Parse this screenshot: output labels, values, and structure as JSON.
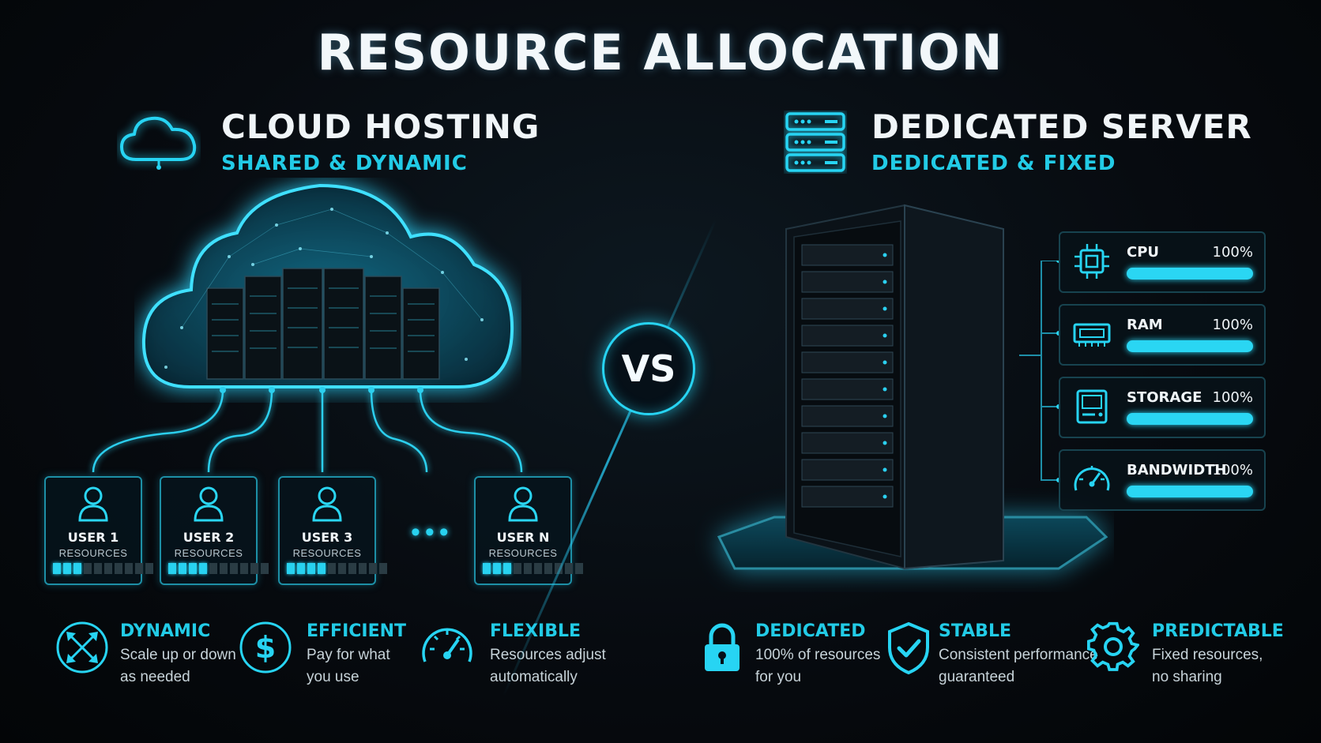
{
  "title": "RESOURCE ALLOCATION",
  "left": {
    "title": "CLOUD HOSTING",
    "subtitle": "SHARED & DYNAMIC",
    "users": [
      {
        "name": "USER 1",
        "label": "RESOURCES",
        "level": 0.3
      },
      {
        "name": "USER 2",
        "label": "RESOURCES",
        "level": 0.4
      },
      {
        "name": "USER 3",
        "label": "RESOURCES",
        "level": 0.4
      },
      {
        "name": "USER N",
        "label": "RESOURCES",
        "level": 0.3
      }
    ],
    "ellipsis": "•••",
    "features": [
      {
        "icon": "scale-arrows-icon",
        "title": "DYNAMIC",
        "line1": "Scale up or down",
        "line2": "as needed"
      },
      {
        "icon": "dollar-icon",
        "title": "EFFICIENT",
        "line1": "Pay for what",
        "line2": "you use"
      },
      {
        "icon": "gauge-icon",
        "title": "FLEXIBLE",
        "line1": "Resources adjust",
        "line2": "automatically"
      }
    ]
  },
  "vs": "VS",
  "right": {
    "title": "DEDICATED SERVER",
    "subtitle": "DEDICATED & FIXED",
    "resources": [
      {
        "icon": "cpu-icon",
        "name": "CPU",
        "percent": "100%",
        "level": 1.0
      },
      {
        "icon": "ram-icon",
        "name": "RAM",
        "percent": "100%",
        "level": 1.0
      },
      {
        "icon": "storage-icon",
        "name": "STORAGE",
        "percent": "100%",
        "level": 1.0
      },
      {
        "icon": "bandwidth-gauge-icon",
        "name": "BANDWIDTH",
        "percent": "100%",
        "level": 1.0
      }
    ],
    "features": [
      {
        "icon": "lock-icon",
        "title": "DEDICATED",
        "line1": "100% of resources",
        "line2": "for you"
      },
      {
        "icon": "shield-check-icon",
        "title": "STABLE",
        "line1": "Consistent performance",
        "line2": "guaranteed"
      },
      {
        "icon": "gear-icon",
        "title": "PREDICTABLE",
        "line1": "Fixed resources,",
        "line2": "no sharing"
      }
    ]
  },
  "colors": {
    "accent": "#22cbe6",
    "glow": "#28d2f0",
    "background": "#05080c"
  }
}
